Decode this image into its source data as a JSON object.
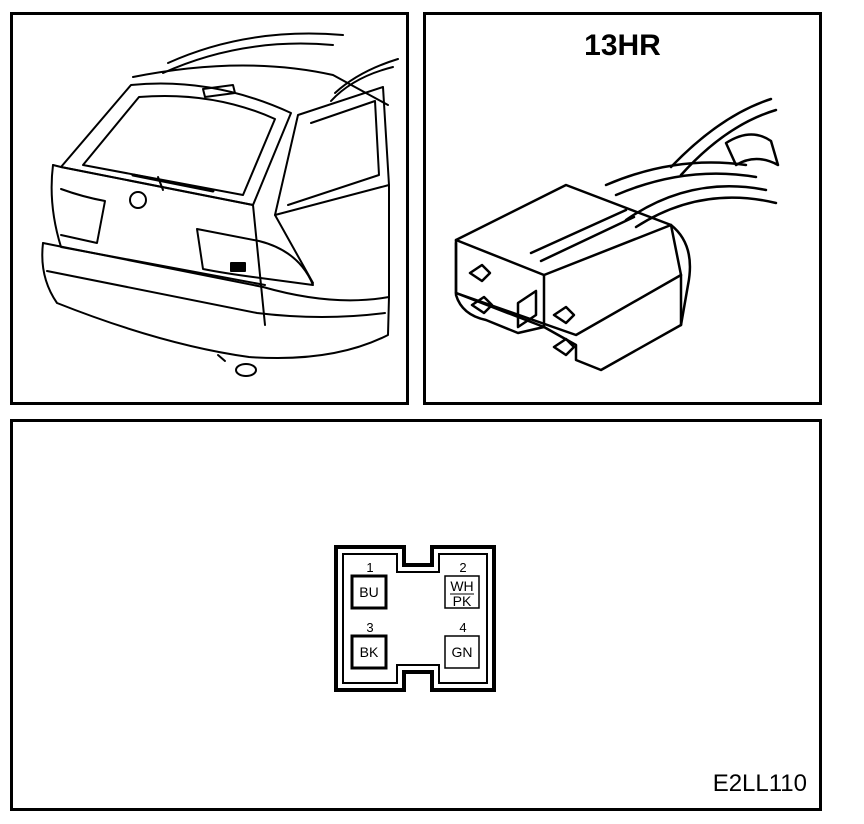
{
  "connector": {
    "name": "13HR"
  },
  "pins": [
    {
      "number": "1",
      "color_code": "BU",
      "color_code_2": ""
    },
    {
      "number": "2",
      "color_code": "WH",
      "color_code_2": "PK"
    },
    {
      "number": "3",
      "color_code": "BK",
      "color_code_2": ""
    },
    {
      "number": "4",
      "color_code": "GN",
      "color_code_2": ""
    }
  ],
  "reference": "E2LL110",
  "colors": {
    "line": "#000000",
    "background": "#ffffff"
  }
}
